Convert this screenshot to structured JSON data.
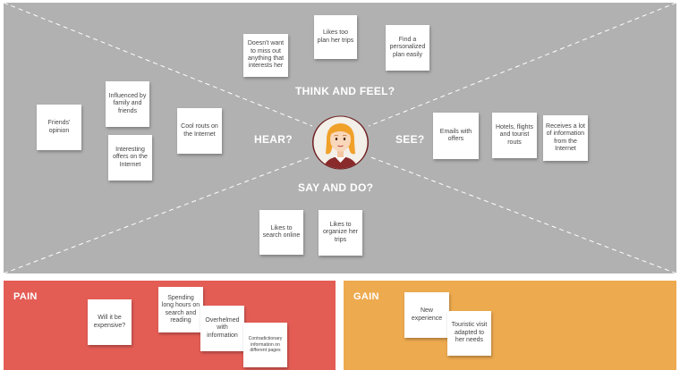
{
  "quadrants": {
    "think_and_feel": "THINK AND FEEL?",
    "hear": "HEAR?",
    "see": "SEE?",
    "say_and_do": "SAY AND DO?"
  },
  "notes": {
    "think": [
      "Doesn't want to miss out anything that interests her",
      "Likes too plan her trips",
      "Find a personalized plan easily"
    ],
    "hear": [
      "Friends' opinion",
      "Influenced by family and friends",
      "Interesting offers on the Internet",
      "Cool routs on the Internet"
    ],
    "see": [
      "Emails with offers",
      "Hotels, flights and tourist routs",
      "Receives a lot of information from the Internet"
    ],
    "say": [
      "Likes to search online",
      "Likes to organize her trips"
    ],
    "pain": [
      "Will it be expensive?",
      "Spending long hours on search and reading",
      "Overhelmed with information",
      "Contradictionary information on different pages"
    ],
    "gain": [
      "New experience",
      "Touristic visit adapted to her needs"
    ]
  },
  "sections": {
    "pain": "PAIN",
    "gain": "GAIN"
  },
  "colors": {
    "map_background": "#b1b1b1",
    "pain_background": "#e35d55",
    "gain_background": "#edaa4f",
    "note_background": "#ffffff",
    "avatar_hair": "#f0a12a",
    "avatar_circle": "#f3efe9"
  }
}
